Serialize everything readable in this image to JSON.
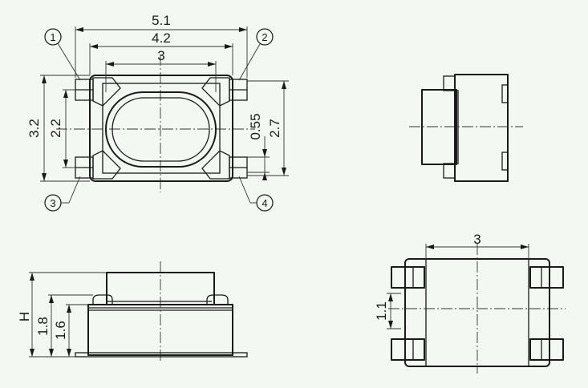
{
  "dimensions": {
    "overall_width": "5.1",
    "body_width": "4.2",
    "button_width": "3",
    "overall_height": "3.2",
    "pin_spacing": "2.2",
    "pin_width": "0.55",
    "body_height": "2.7",
    "total_height": "H",
    "height_1_8": "1.8",
    "height_1_6": "1.6",
    "bottom_width": "3",
    "bottom_gap": "1.1"
  },
  "pin_labels": [
    "1",
    "2",
    "3",
    "4"
  ],
  "colors": {
    "background": "#f3f8f3",
    "line": "#1a1a1a"
  }
}
